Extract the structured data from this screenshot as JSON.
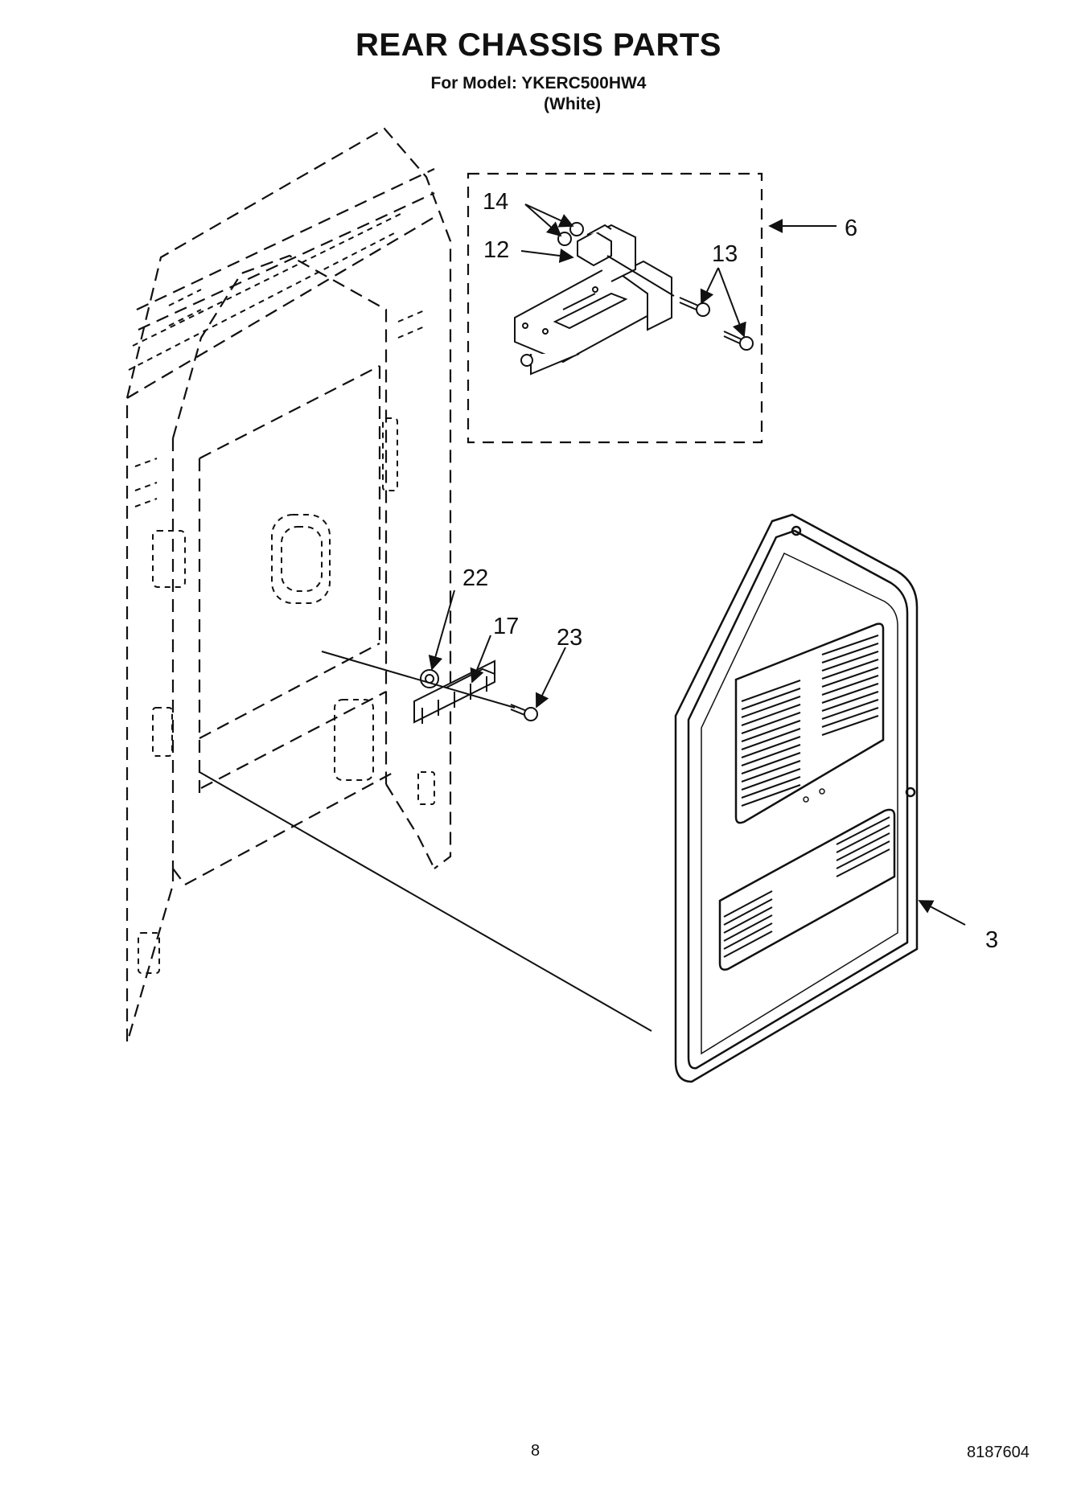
{
  "header": {
    "title": "REAR CHASSIS PARTS",
    "model_line": "For Model: YKERC500HW4",
    "color_line": "(White)"
  },
  "callouts": [
    {
      "id": "c14",
      "text": "14"
    },
    {
      "id": "c12",
      "text": "12"
    },
    {
      "id": "c13",
      "text": "13"
    },
    {
      "id": "c6",
      "text": "6"
    },
    {
      "id": "c22",
      "text": "22"
    },
    {
      "id": "c17",
      "text": "17"
    },
    {
      "id": "c23",
      "text": "23"
    },
    {
      "id": "c3",
      "text": "3"
    }
  ],
  "footer": {
    "page_number": "8",
    "document_number": "8187604"
  }
}
